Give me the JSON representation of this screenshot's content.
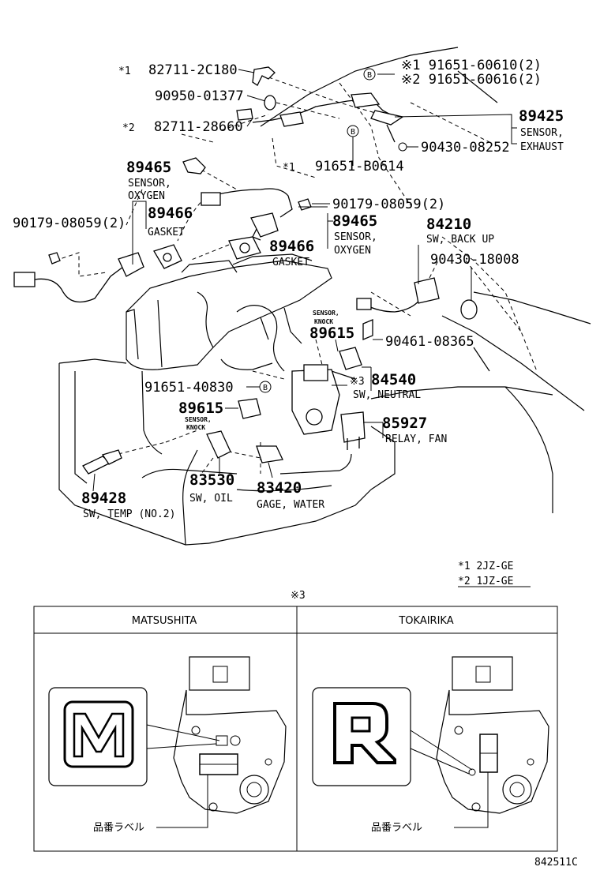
{
  "parts": {
    "p1_num": "82711-2C180",
    "p1_mark": "*1",
    "p2_num": "90950-01377",
    "p3_num": "82711-28660",
    "p3_mark": "*2",
    "p4_line1": "※1 91651-60610(2)",
    "p4_line2": "※2 91651-60616(2)",
    "p5_num": "89425",
    "p5_desc1": "SENSOR,",
    "p5_desc2": "EXHAUST",
    "p6_num": "90430-08252",
    "p7_num": "91651-B0614",
    "p7_mark": "*1",
    "p8_num": "89465",
    "p8_desc1": "SENSOR,",
    "p8_desc2": "OXYGEN",
    "p9_num": "90179-08059(2)",
    "p10_num": "89466",
    "p10_desc": "GASKET",
    "p11_num": "90179-08059(2)",
    "p12_num": "89465",
    "p12_desc1": "SENSOR,",
    "p12_desc2": "OXYGEN",
    "p13_num": "84210",
    "p13_desc": "SW, BACK UP",
    "p14_num": "89466",
    "p14_desc": "GASKET",
    "p15_num": "90430-18008",
    "p16_num": "89615",
    "p16_desc1": "SENSOR,",
    "p16_desc2": "KNOCK",
    "p17_num": "90461-08365",
    "p18_num": "84540",
    "p18_mark": "※3",
    "p18_desc": "SW, NEUTRAL",
    "p19_num": "91651-40830",
    "p20_num": "89615",
    "p20_desc1": "SENSOR,",
    "p20_desc2": "KNOCK",
    "p21_num": "85927",
    "p21_desc": "RELAY, FAN",
    "p22_num": "83530",
    "p22_desc": "SW, OIL",
    "p23_num": "83420",
    "p23_desc": "GAGE, WATER",
    "p24_num": "89428",
    "p24_desc": "SW, TEMP (NO.2)"
  },
  "legend": {
    "l1": "*1  2JZ-GE",
    "l2": "*2  1JZ-GE"
  },
  "detail": {
    "mark": "※3",
    "left_title": "MATSUSHITA",
    "right_title": "TOKAIRIKA",
    "label_left": "品番ラベル",
    "label_right": "品番ラベル"
  },
  "bolt_mark": "B",
  "figure_id": "842511C"
}
